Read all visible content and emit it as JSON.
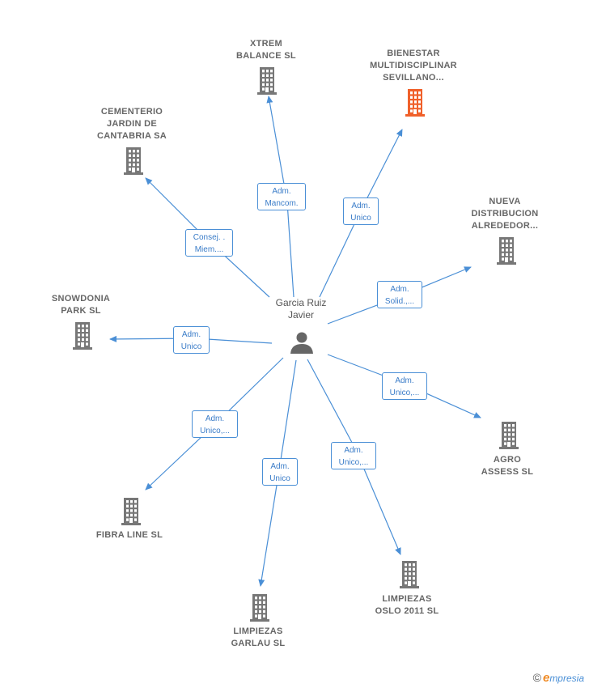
{
  "person": {
    "name": "Garcia Ruiz\nJavier",
    "icon": "person-icon"
  },
  "colors": {
    "edge": "#4a8fd6",
    "building": "#777777",
    "building_highlight": "#f0602a",
    "person": "#666666"
  },
  "companies": [
    {
      "id": "xtrem",
      "name": "XTREM\nBALANCE SL",
      "relation": "Adm.\nMancom.",
      "highlight": false
    },
    {
      "id": "bienestar",
      "name": "BIENESTAR\nMULTIDISCIPLINAR\nSEVILLANO...",
      "relation": "Adm.\nUnico",
      "highlight": true
    },
    {
      "id": "cementerio",
      "name": "CEMENTERIO\nJARDIN DE\nCANTABRIA SA",
      "relation": "Consej. .\nMiem....",
      "highlight": false
    },
    {
      "id": "nueva",
      "name": "NUEVA\nDISTRIBUCION\nALREDEDOR...",
      "relation": "Adm.\nSolid.,...",
      "highlight": false
    },
    {
      "id": "snowdonia",
      "name": "SNOWDONIA\nPARK SL",
      "relation": "Adm.\nUnico",
      "highlight": false
    },
    {
      "id": "agro",
      "name": "AGRO\nASSESS SL",
      "relation": "Adm.\nUnico,...",
      "highlight": false
    },
    {
      "id": "fibra",
      "name": "FIBRA LINE SL",
      "relation": "Adm.\nUnico,...",
      "highlight": false
    },
    {
      "id": "limpiezas_oslo",
      "name": "LIMPIEZAS\nOSLO 2011 SL",
      "relation": "Adm.\nUnico,...",
      "highlight": false
    },
    {
      "id": "limpiezas_garlau",
      "name": "LIMPIEZAS\nGARLAU SL",
      "relation": "Adm.\nUnico",
      "highlight": false
    }
  ],
  "brand": {
    "copyright": "©",
    "initial": "e",
    "rest": "mpresia"
  }
}
